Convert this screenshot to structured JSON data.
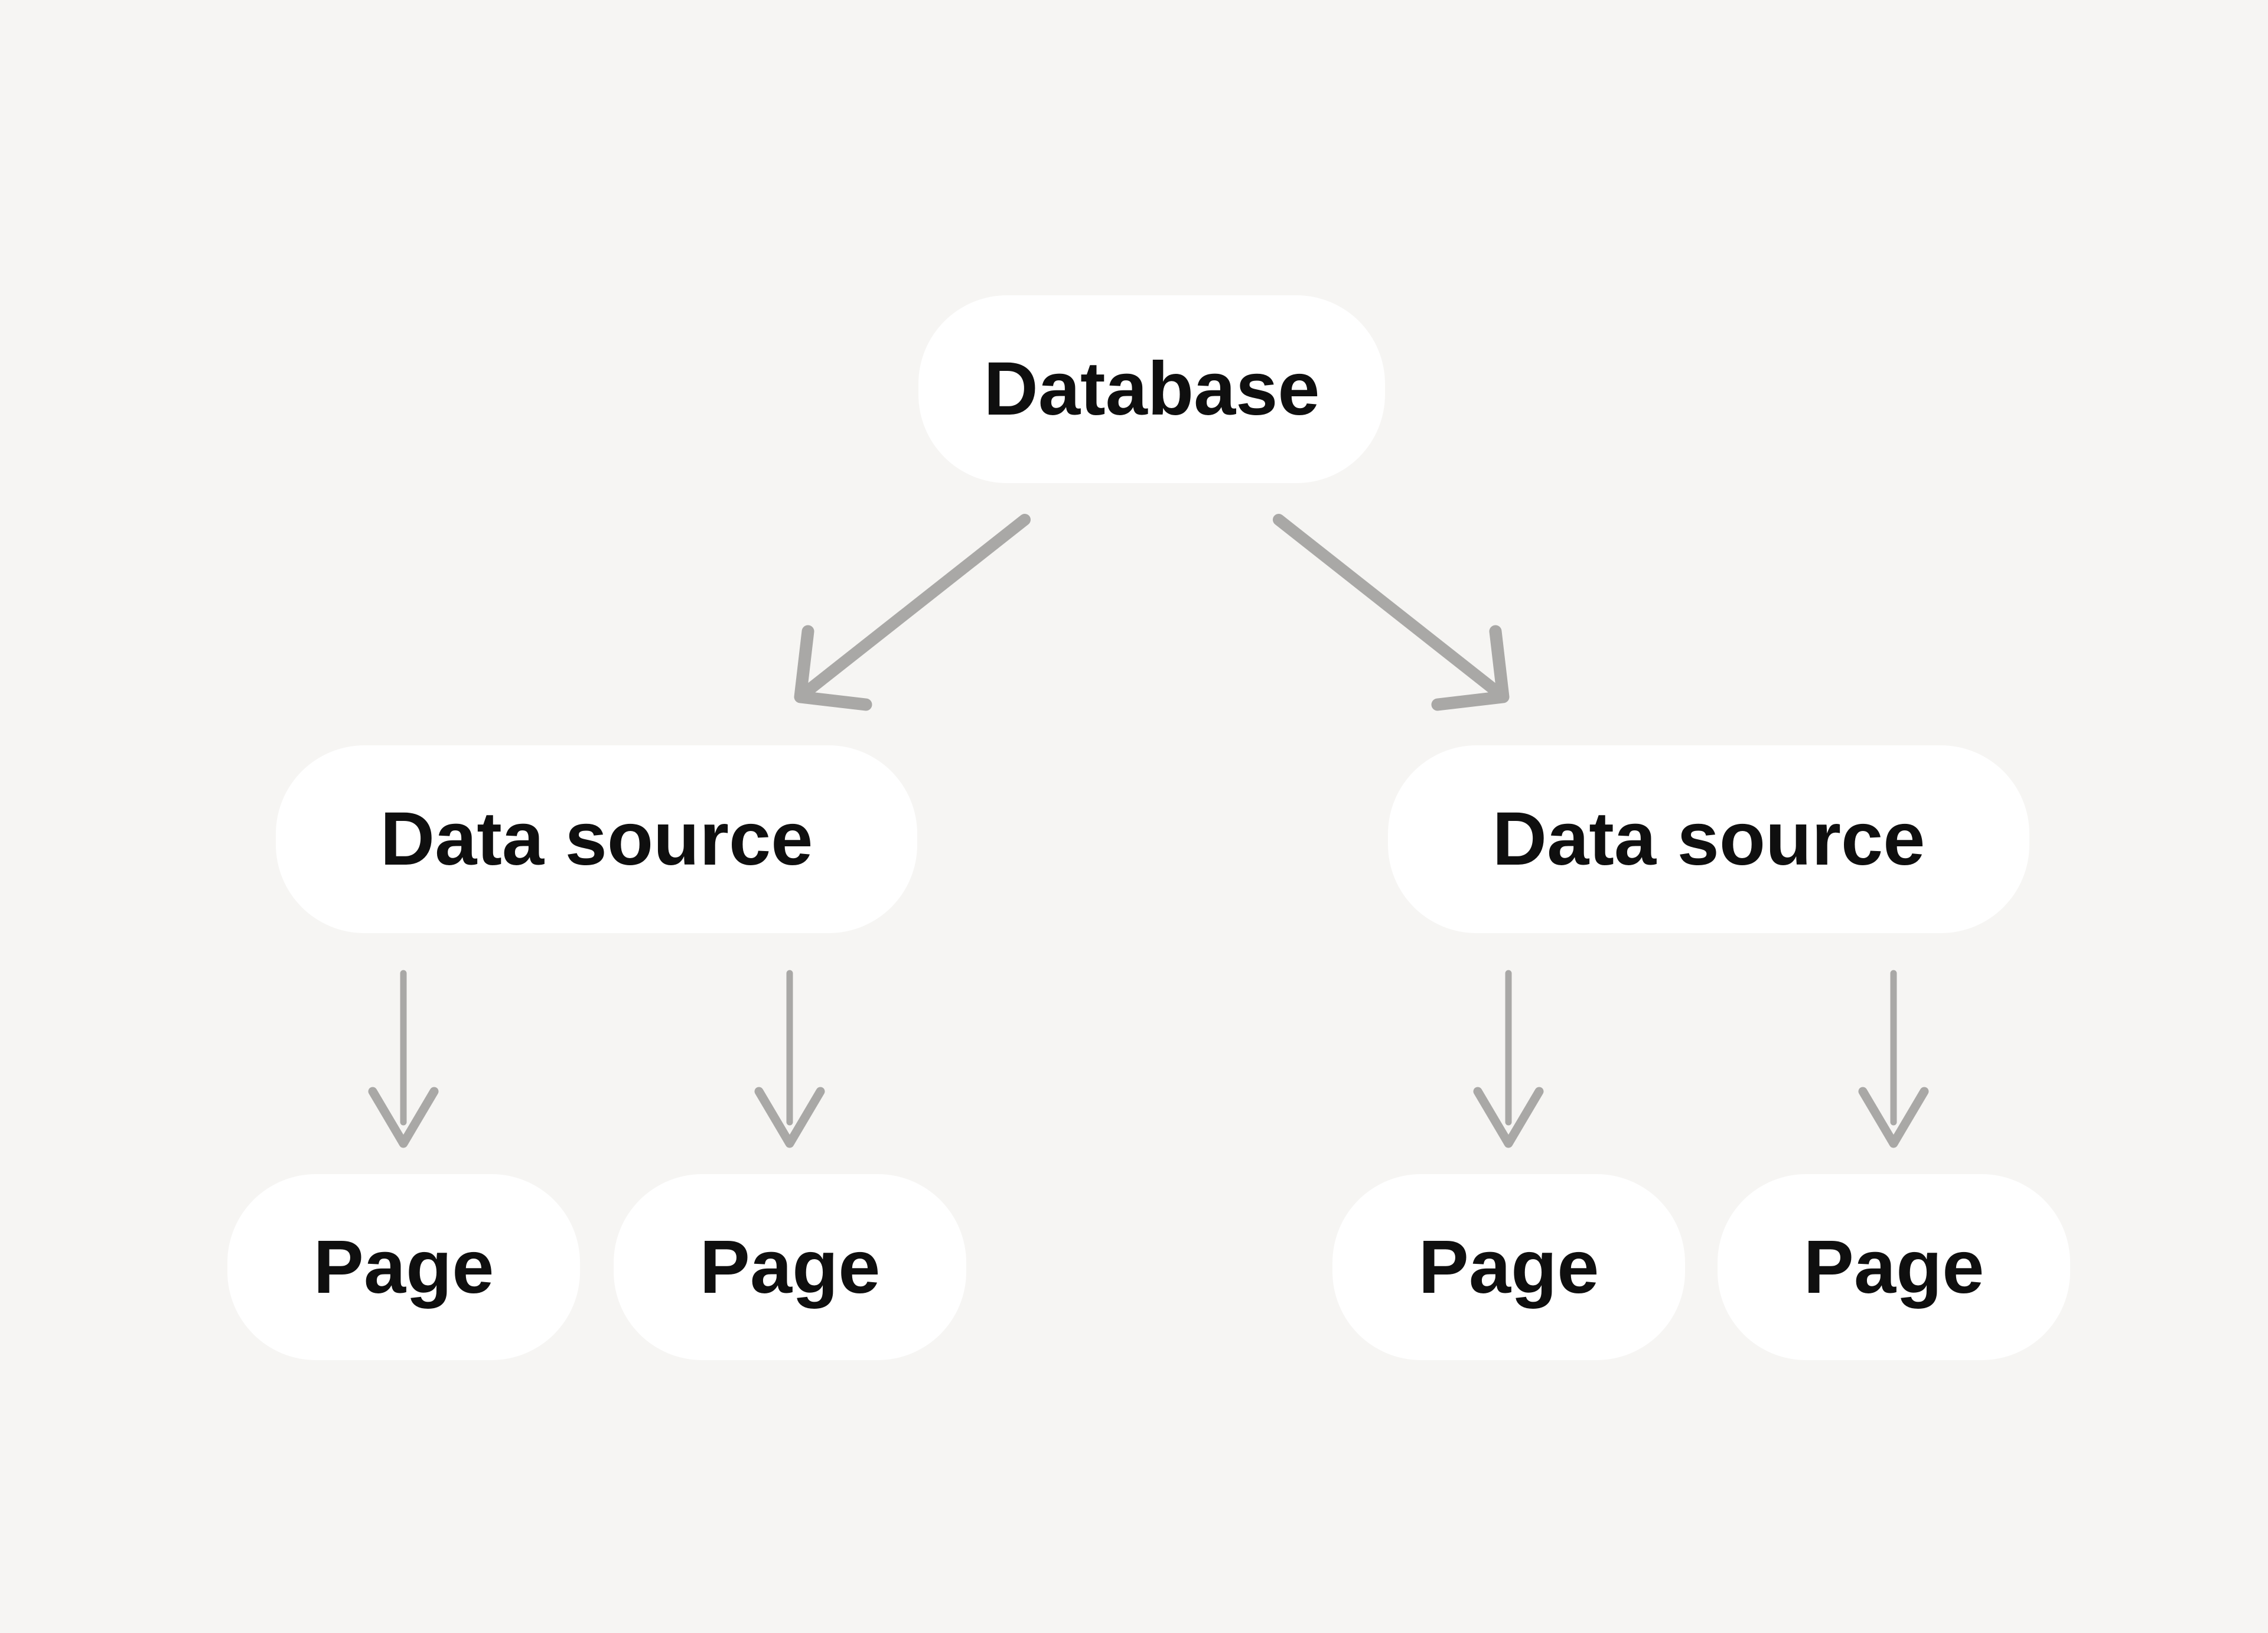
{
  "diagram": {
    "nodes": {
      "database": {
        "label": "Database"
      },
      "data_source_left": {
        "label": "Data source"
      },
      "data_source_right": {
        "label": "Data source"
      },
      "page_left_1": {
        "label": "Page"
      },
      "page_left_2": {
        "label": "Page"
      },
      "page_right_1": {
        "label": "Page"
      },
      "page_right_2": {
        "label": "Page"
      }
    },
    "edges": [
      {
        "from": "database",
        "to": "data_source_left",
        "style": "arrow"
      },
      {
        "from": "database",
        "to": "data_source_right",
        "style": "arrow"
      },
      {
        "from": "data_source_left",
        "to": "page_left_1",
        "style": "arrow"
      },
      {
        "from": "data_source_left",
        "to": "page_left_2",
        "style": "arrow"
      },
      {
        "from": "data_source_right",
        "to": "page_right_1",
        "style": "arrow"
      },
      {
        "from": "data_source_right",
        "to": "page_right_2",
        "style": "arrow"
      }
    ],
    "colors": {
      "background": "#F6F5F3",
      "node_fill": "#FFFFFF",
      "arrow": "#A9A8A6",
      "text": "#0F0F0F"
    }
  }
}
